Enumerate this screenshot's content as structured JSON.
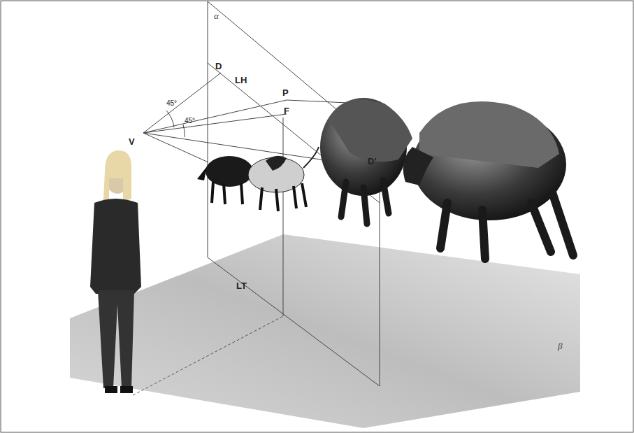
{
  "diagram": {
    "labels": [
      "α",
      "D",
      "LH",
      "P",
      "F",
      "45°",
      "V",
      "45°",
      "D'",
      "LT",
      "β"
    ]
  }
}
